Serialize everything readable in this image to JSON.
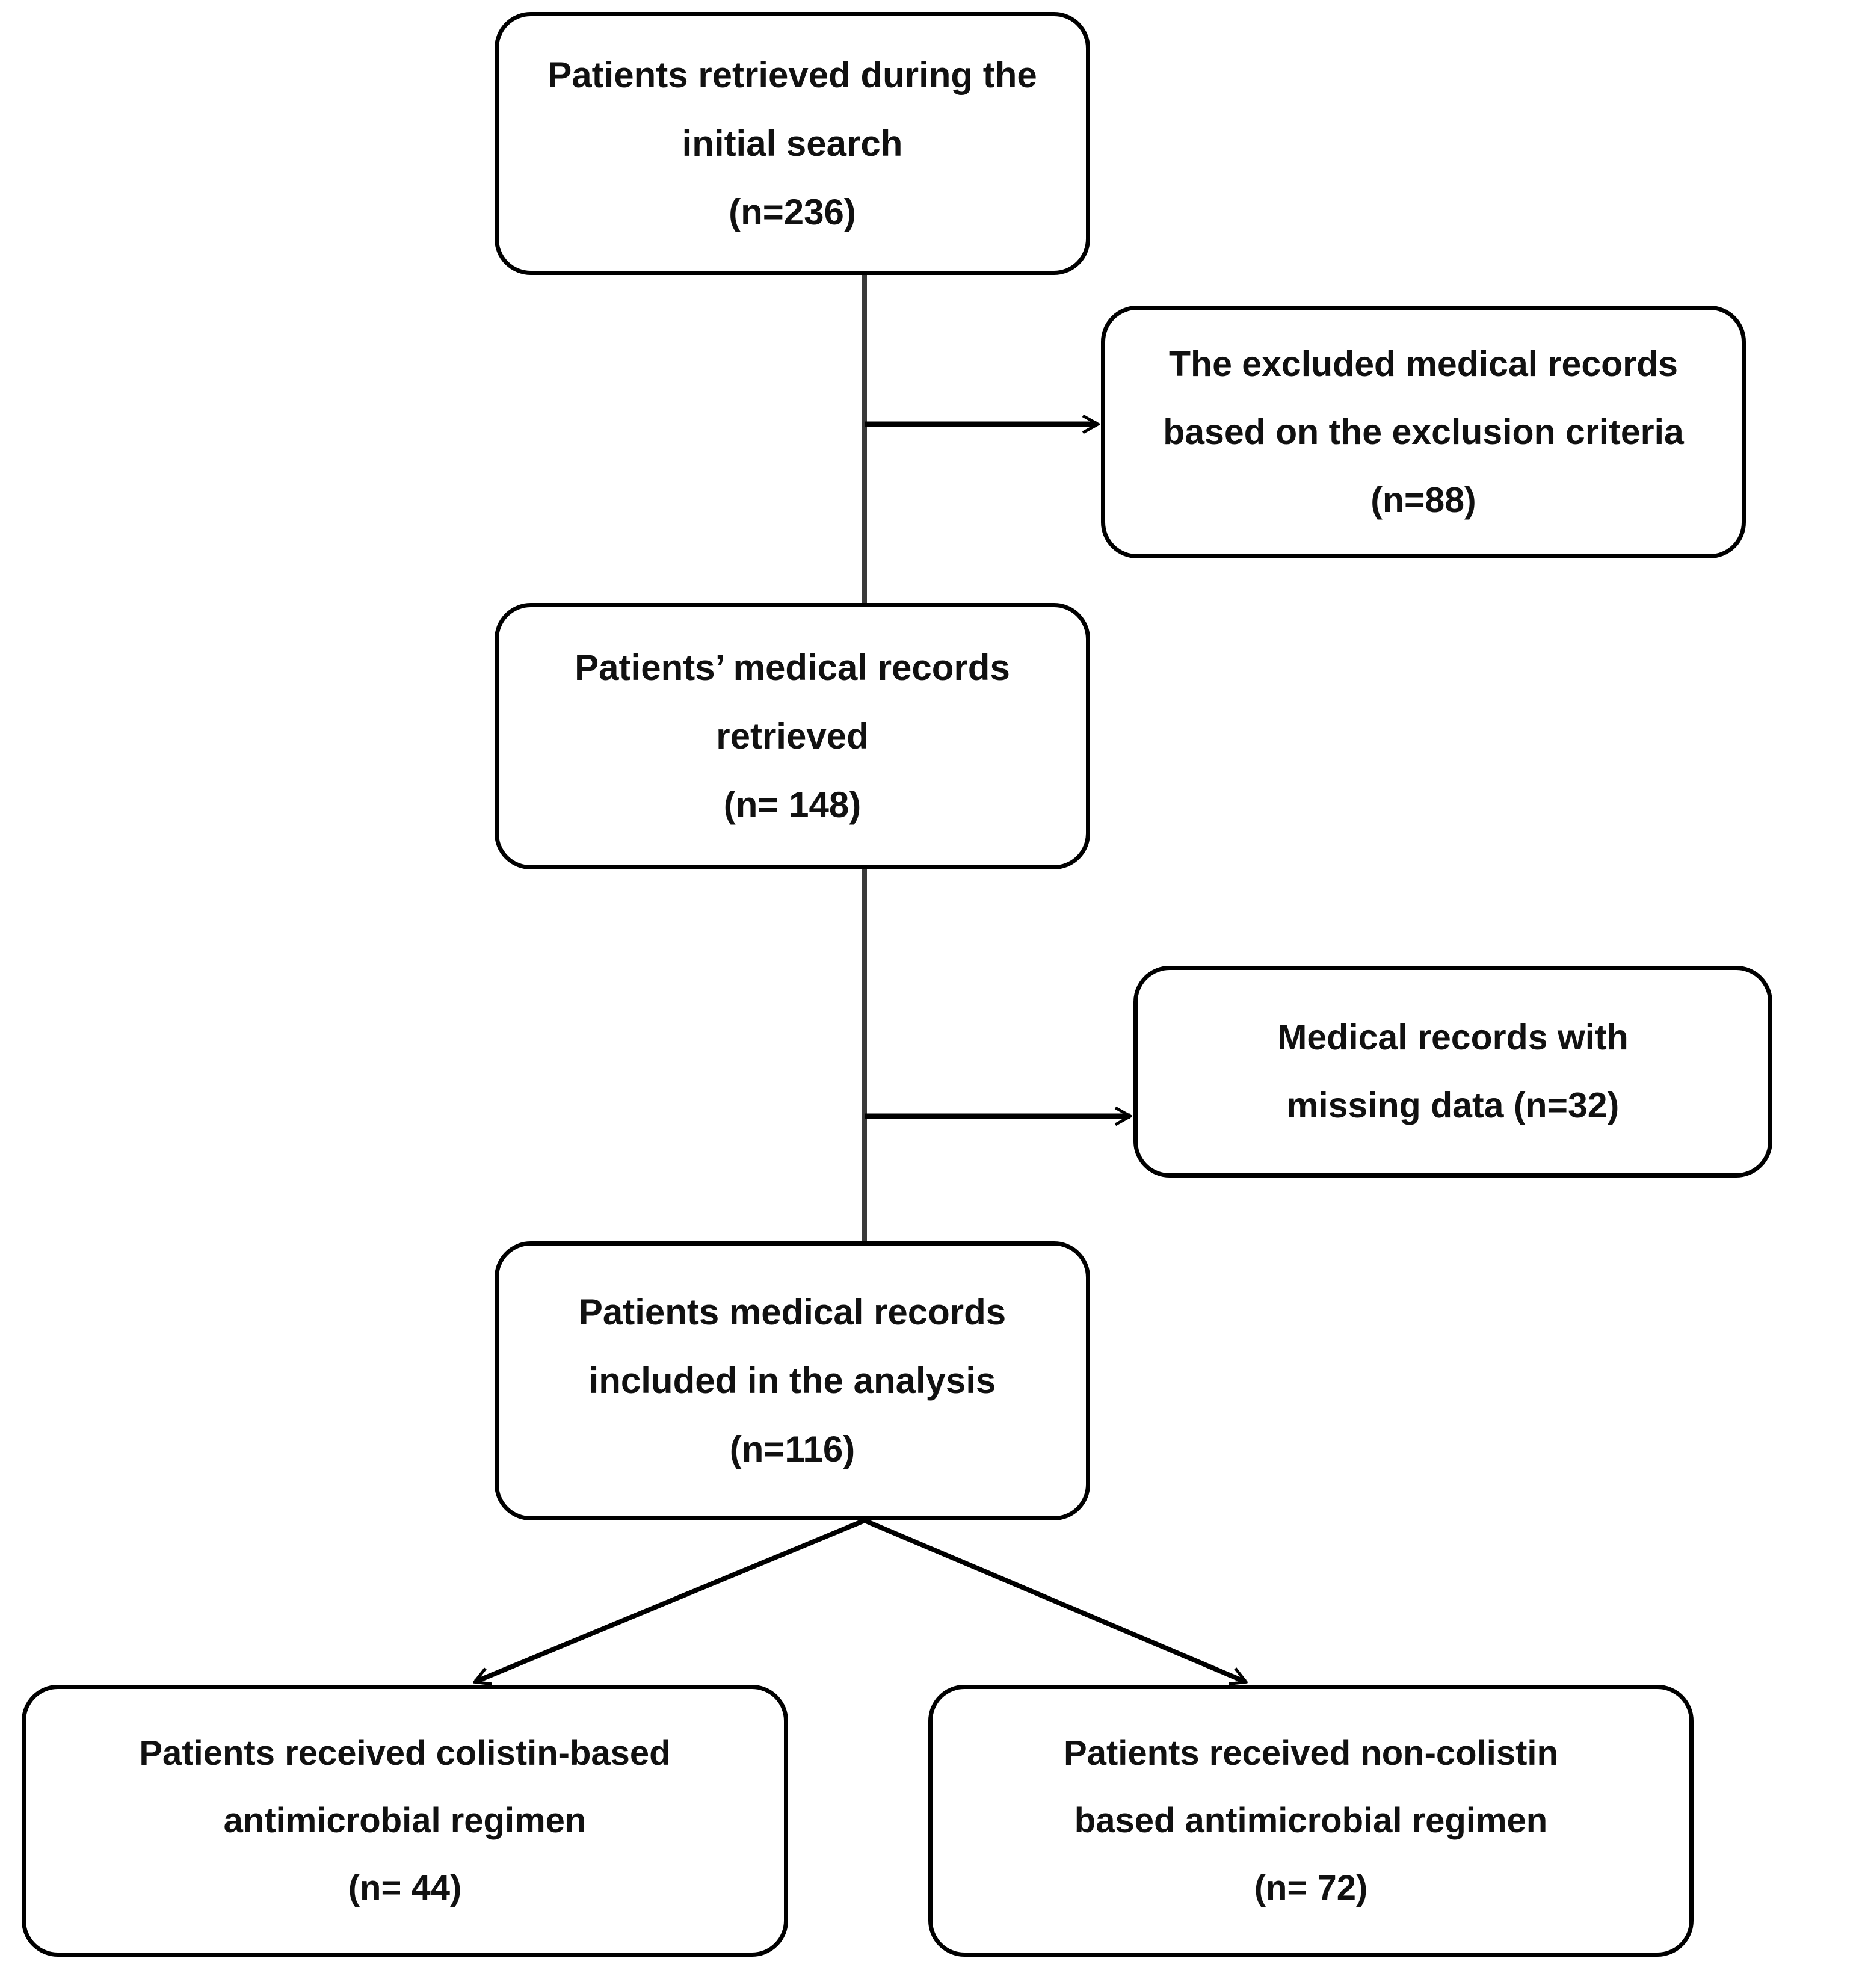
{
  "diagram": {
    "type": "flowchart",
    "title": "Patient medical record selection flow",
    "colors": {
      "background": "#ffffff",
      "stroke": "#000000",
      "text": "#111111"
    },
    "nodes": [
      {
        "id": "initial-search",
        "lines": [
          "Patients retrieved during the",
          "initial search",
          "(n=236)"
        ],
        "count": 236
      },
      {
        "id": "excluded-records",
        "lines": [
          "The excluded medical records",
          "based on the exclusion criteria",
          "(n=88)"
        ],
        "count": 88
      },
      {
        "id": "records-retrieved",
        "lines": [
          "Patients’ medical records",
          "retrieved",
          "(n= 148)"
        ],
        "count": 148
      },
      {
        "id": "missing-data",
        "lines": [
          "Medical records with",
          "missing data (n=32)"
        ],
        "count": 32
      },
      {
        "id": "included-analysis",
        "lines": [
          "Patients medical records",
          "included in the analysis",
          "(n=116)"
        ],
        "count": 116
      },
      {
        "id": "colistin",
        "lines": [
          "Patients received colistin-based",
          "antimicrobial regimen",
          "(n= 44)"
        ],
        "count": 44
      },
      {
        "id": "non-colistin",
        "lines": [
          "Patients received non-colistin",
          "based antimicrobial regimen",
          "(n= 72)"
        ],
        "count": 72
      }
    ],
    "edges": [
      {
        "id": "initial-to-retrieved",
        "from": "initial-search",
        "to": "records-retrieved",
        "style": "plain-vertical"
      },
      {
        "id": "initial-to-excluded",
        "from": "initial-search",
        "to": "excluded-records",
        "style": "arrow-right"
      },
      {
        "id": "retrieved-to-included",
        "from": "records-retrieved",
        "to": "included-analysis",
        "style": "plain-vertical"
      },
      {
        "id": "retrieved-to-missing",
        "from": "records-retrieved",
        "to": "missing-data",
        "style": "arrow-right"
      },
      {
        "id": "included-to-colistin",
        "from": "included-analysis",
        "to": "colistin",
        "style": "arrow-diagonal-left"
      },
      {
        "id": "included-to-non-colistin",
        "from": "included-analysis",
        "to": "non-colistin",
        "style": "arrow-diagonal-right"
      }
    ]
  }
}
